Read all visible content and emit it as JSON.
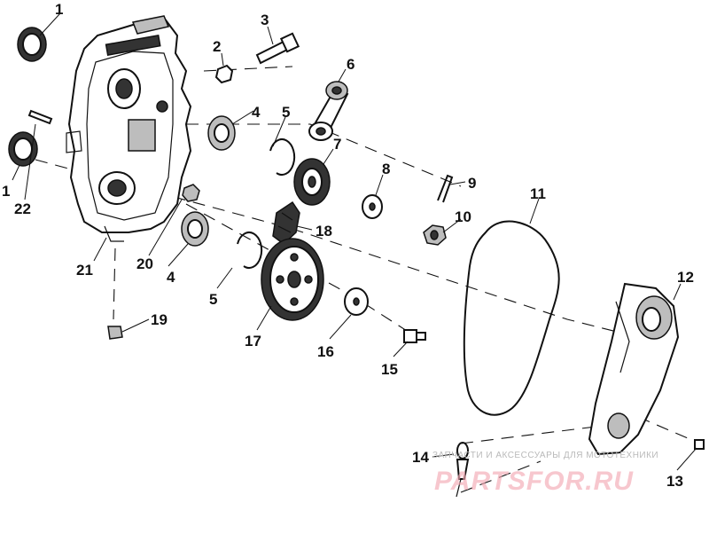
{
  "callouts": [
    {
      "id": "c1a",
      "text": "1"
    },
    {
      "id": "c2",
      "text": "2"
    },
    {
      "id": "c3",
      "text": "3"
    },
    {
      "id": "c4a",
      "text": "4"
    },
    {
      "id": "c5a",
      "text": "5"
    },
    {
      "id": "c6",
      "text": "6"
    },
    {
      "id": "c7",
      "text": "7"
    },
    {
      "id": "c8",
      "text": "8"
    },
    {
      "id": "c9",
      "text": "9"
    },
    {
      "id": "c10",
      "text": "10"
    },
    {
      "id": "c11",
      "text": "11"
    },
    {
      "id": "c12",
      "text": "12"
    },
    {
      "id": "c1b",
      "text": "1"
    },
    {
      "id": "c22",
      "text": "22"
    },
    {
      "id": "c21",
      "text": "21"
    },
    {
      "id": "c20",
      "text": "20"
    },
    {
      "id": "c4b",
      "text": "4"
    },
    {
      "id": "c18",
      "text": "18"
    },
    {
      "id": "c5b",
      "text": "5"
    },
    {
      "id": "c17",
      "text": "17"
    },
    {
      "id": "c16",
      "text": "16"
    },
    {
      "id": "c15",
      "text": "15"
    },
    {
      "id": "c19",
      "text": "19"
    },
    {
      "id": "c14",
      "text": "14"
    },
    {
      "id": "c13",
      "text": "13"
    }
  ],
  "watermark": {
    "caption": "ЗАПЧАСТИ И АКСЕССУАРЫ ДЛЯ МОТОТЕХНИКИ",
    "brand": "PARTSFOR.RU"
  }
}
